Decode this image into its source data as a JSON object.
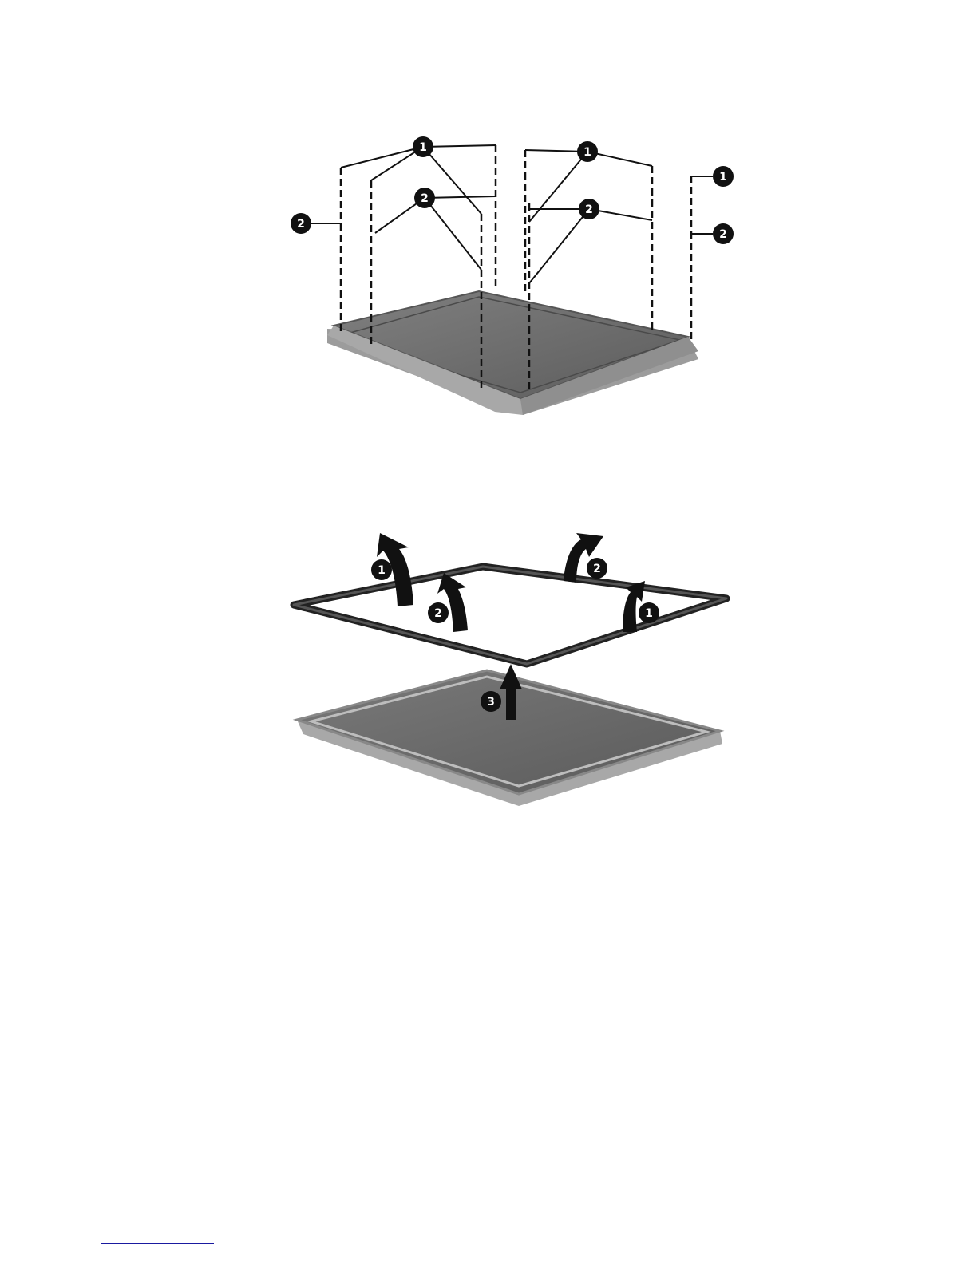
{
  "figure_1": {
    "callouts": [
      "1",
      "1",
      "1",
      "2",
      "2",
      "2",
      "2",
      "1",
      "2"
    ]
  },
  "figure_2": {
    "callouts": [
      "1",
      "2",
      "2",
      "1",
      "3"
    ]
  },
  "colors": {
    "panel_top": "#6e6e6e",
    "panel_edge": "#9a9a9a",
    "callout_bg": "#111111",
    "callout_text": "#ffffff",
    "footnote_rule": "#1a1aa0"
  }
}
